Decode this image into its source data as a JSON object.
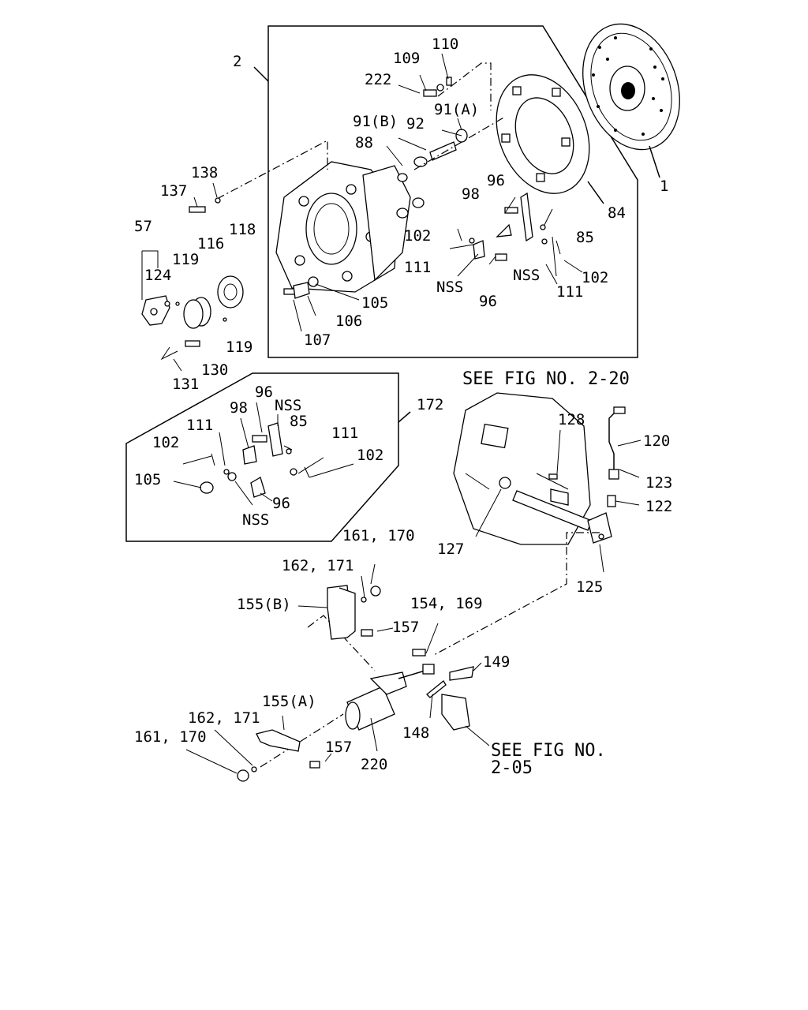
{
  "labels": {
    "l2": "2",
    "l110": "110",
    "l109": "109",
    "l222": "222",
    "l91b": "91(B)",
    "l92": "92",
    "l91a": "91(A)",
    "l88": "88",
    "l138": "138",
    "l137": "137",
    "l57": "57",
    "l118": "118",
    "l116": "116",
    "l119a": "119",
    "l124": "124",
    "l119b": "119",
    "l130": "130",
    "l131": "131",
    "l107": "107",
    "l106": "106",
    "l105a": "105",
    "l96a": "96",
    "l98a": "98",
    "l102a": "102",
    "l111a": "111",
    "lnss1": "NSS",
    "l96b": "96",
    "lnss2": "NSS",
    "l111b": "111",
    "l85a": "85",
    "l102b": "102",
    "l84": "84",
    "l1": "1",
    "l172": "172",
    "l96c": "96",
    "lnss3": "NSS",
    "l98b": "98",
    "l85b": "85",
    "l111c": "111",
    "l102c": "102",
    "l111d": "111",
    "l102d": "102",
    "l105b": "105",
    "l96d": "96",
    "lnss4": "NSS",
    "seefig220": "SEE FIG NO. 2-20",
    "l128": "128",
    "l120": "120",
    "l123": "123",
    "l122": "122",
    "l127": "127",
    "l125": "125",
    "l161a": "161, 170",
    "l162a": "162, 171",
    "l155b": "155(B)",
    "l157a": "157",
    "l154": "154, 169",
    "l149": "149",
    "l148": "148",
    "l220": "220",
    "l155a": "155(A)",
    "l162b": "162, 171",
    "l161b": "161, 170",
    "l157b": "157",
    "seefig205a": "SEE FIG NO.",
    "seefig205b": "2-05"
  }
}
